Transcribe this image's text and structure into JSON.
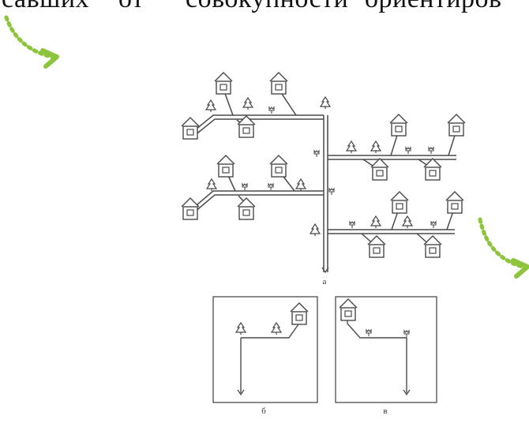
{
  "heading": {
    "words": [
      "савших",
      "от",
      "совокупности",
      "ориентиров"
    ]
  },
  "figure": {
    "panel_labels": {
      "main": "а",
      "left_box": "б",
      "right_box": "в"
    }
  },
  "colors": {
    "line": "#4a4a4a",
    "arrow_accent": "#8cc43c",
    "background": "#ffffff"
  },
  "icons": [
    "house-icon",
    "tree-icon",
    "tulip-icon",
    "curved-arrow-icon"
  ]
}
